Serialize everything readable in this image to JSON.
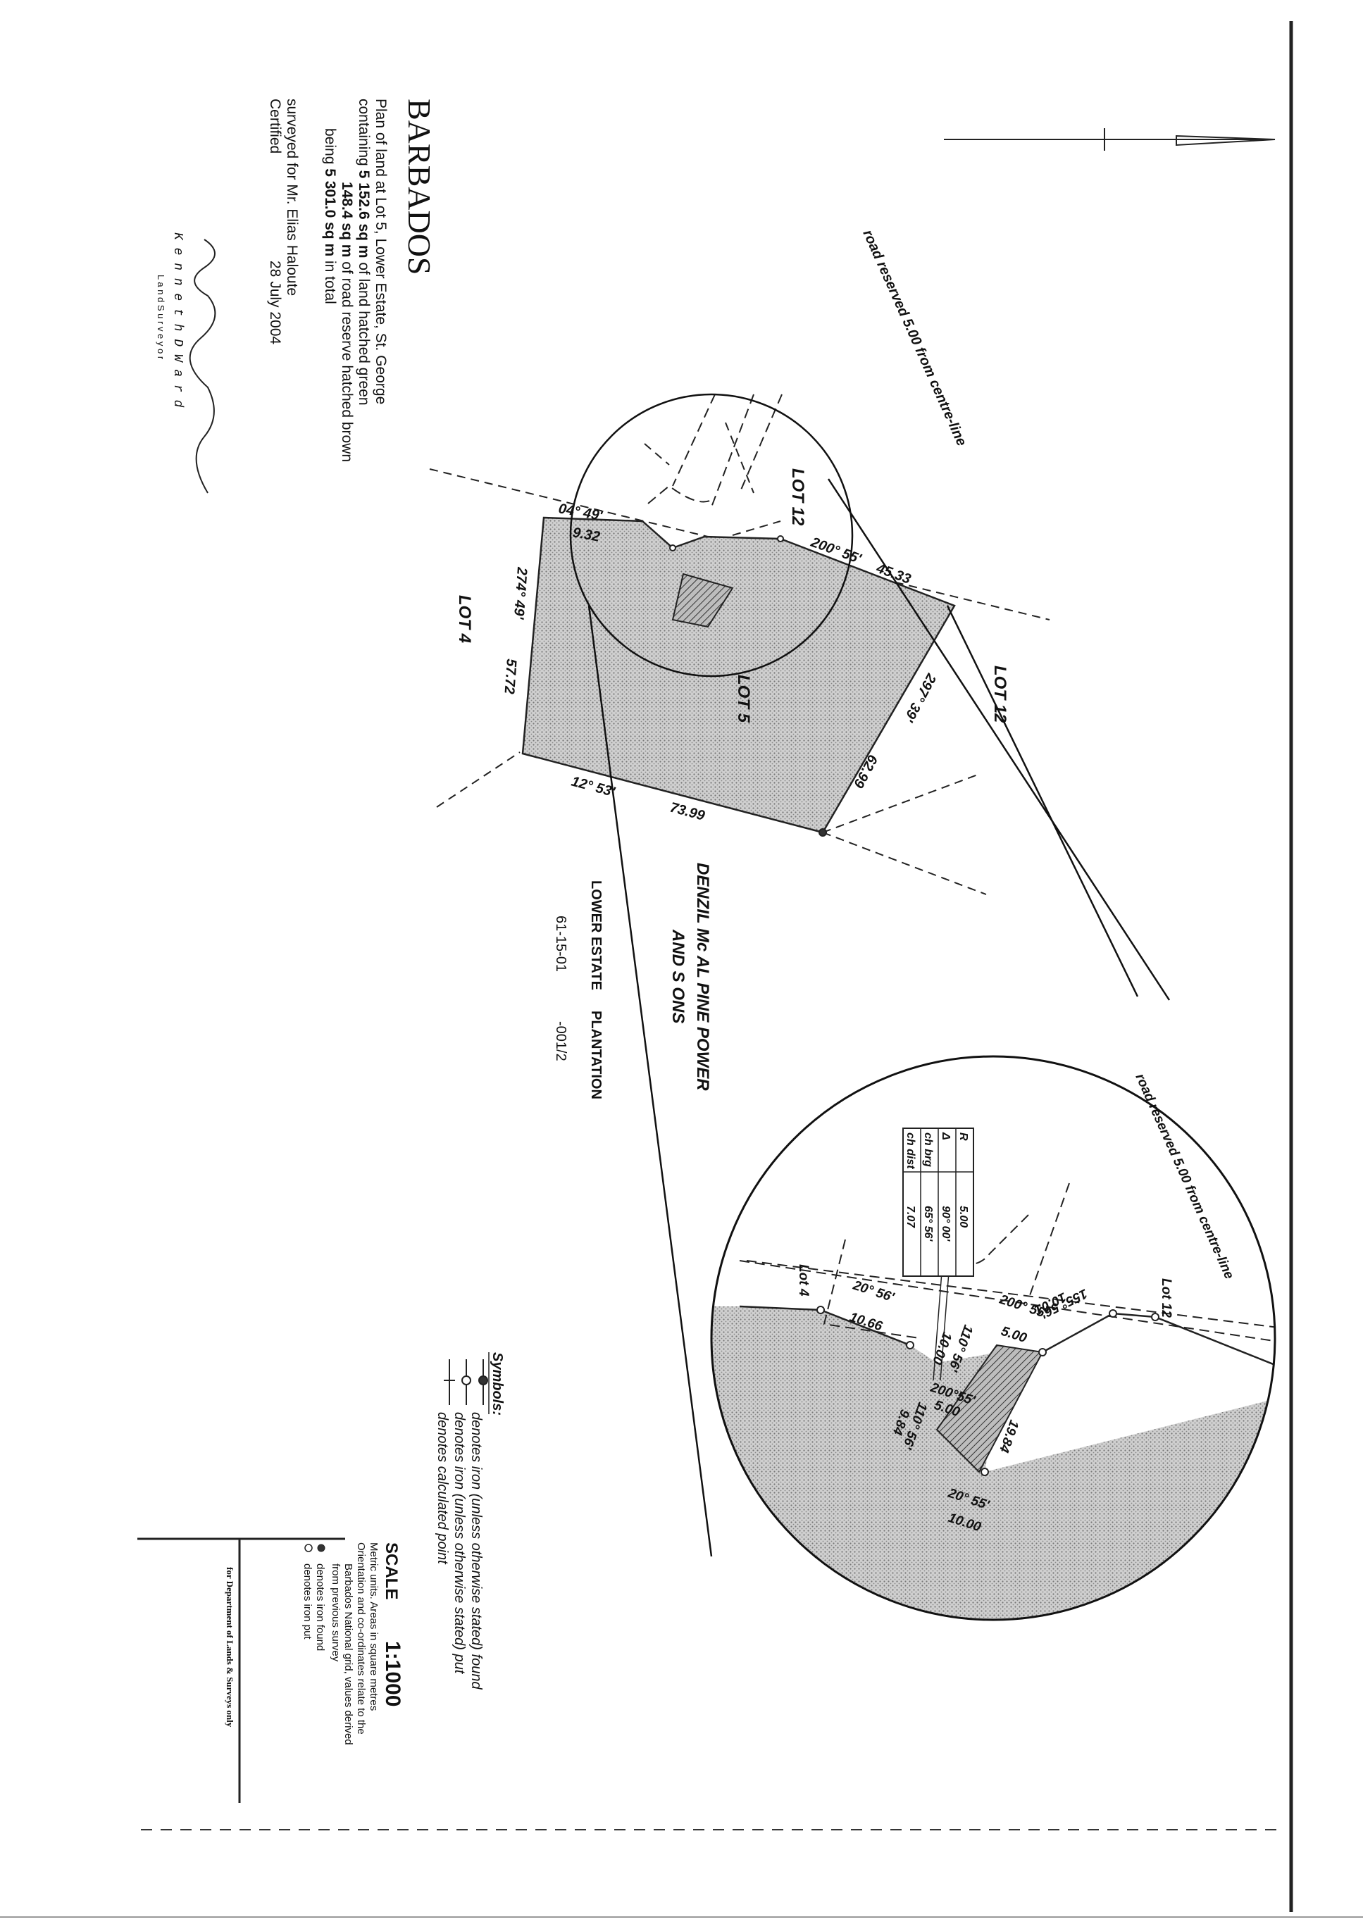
{
  "title_block": {
    "country": "BARBADOS",
    "line1": "Plan of land at Lot 5, Lower Estate, St. George",
    "line2_prefix": "containing ",
    "line2_bold": "5 152.6 sq m",
    "line2_suffix": " of land hatched green",
    "line3_bold": "148.4 sq m",
    "line3_suffix": " of road reserve hatched brown",
    "line4_prefix": "being ",
    "line4_bold": "5 301.0 sq m",
    "line4_suffix": " in total",
    "surveyed_for": "surveyed for  Mr. Elias Haloute",
    "certified": "Certified",
    "date": "28 July 2004",
    "surveyor_name": "K e n n e t h  D  W a r d",
    "surveyor_title": "L a n d  S u r v e y o r"
  },
  "plan_labels": {
    "road_reserve": "road reserved 5.00 from centre-line",
    "lot12_top": "LOT 12",
    "lot12_side": "LOT 12",
    "lot4": "LOT 4",
    "lot5": "LOT 5",
    "bearing_04_49": "04° 49'",
    "dist_9_32": "9.32",
    "bearing_200_55": "200° 55'",
    "dist_45_33": "45.33",
    "bearing_297_39": "297° 39'",
    "dist_62_99": "62.99",
    "bearing_274_49": "274° 49'",
    "dist_57_72": "57.72",
    "bearing_12_53": "12° 53'",
    "dist_73_99": "73.99"
  },
  "adjacent_owner": {
    "line1": "DENZIL Mc AL     PINE POWER",
    "line2": "AND S     ONS",
    "estate": "LOWER ESTATE",
    "plantation": "PLANTATION",
    "ref_a": "61-15-01",
    "ref_b": "-001/2"
  },
  "detail": {
    "road_reserve": "road reserved 5.00 from centre-line",
    "lot12": "Lot 12",
    "lot4": "Lot 4",
    "b_20_56": "20° 56'",
    "d_10_66": "10.66",
    "b_110_56_top": "110° 56'",
    "d_10_00_top": "10.00",
    "b_200_55_top": "200° 55'",
    "d_5_00_top": "5.00",
    "b_155_56": "155° 56'",
    "d_10_01": "10.01",
    "b_200_55_mid": "200°55'",
    "d_5_00_mid": "5.00",
    "b_110_56_low": "110° 56'",
    "d_9_84": "9.84",
    "d_19_84": "19.84",
    "b_20_55": "20° 55'",
    "d_10_00_low": "10.00",
    "curve_table": [
      [
        "R",
        "5.00"
      ],
      [
        "Δ",
        "90° 00'"
      ],
      [
        "ch brg",
        "65° 56'"
      ],
      [
        "ch dist",
        "7.07"
      ]
    ]
  },
  "symbols": {
    "heading": "Symbols:",
    "found": "denotes  iron  (unless  otherwise  stated)  found",
    "put": "denotes  iron  (unless  otherwise  stated)  put",
    "calc": "denotes  calculated  point"
  },
  "scale_block": {
    "scale_word": "SCALE",
    "scale_value": "1:1000",
    "note1": "Metric units.   Areas in square metres",
    "note2": "Orientation and co-ordinates relate to the",
    "note3": "Barbados National grid, values derived",
    "note4": "from previous survey",
    "legend_found": "denotes iron found",
    "legend_put": "denotes iron put",
    "dept": "for Department of Lands & Surveys only"
  },
  "colors": {
    "ink": "#111111",
    "hatch": "#9a9a9a",
    "paper": "#ffffff"
  }
}
